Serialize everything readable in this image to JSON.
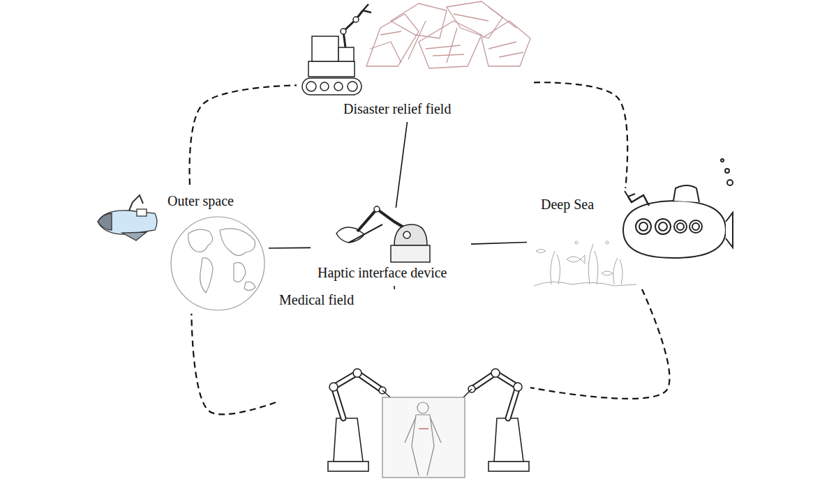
{
  "diagram": {
    "nodes": [
      {
        "text": [
          "Disaster relief field"
        ]
      },
      {
        "text": [
          "Outer space"
        ]
      },
      {
        "text": [
          "Haptic interface device"
        ]
      },
      {
        "text": [
          "Deep Sea"
        ]
      },
      {
        "text": [
          "Medical field"
        ]
      }
    ],
    "edges": [
      {
        "from": 2,
        "to": 0,
        "arrow": "none"
      },
      {
        "from": 2,
        "to": 1,
        "arrow": "none"
      },
      {
        "from": 2,
        "to": 3,
        "arrow": "none"
      },
      {
        "from": 2,
        "to": 4,
        "arrow": "none"
      },
      {
        "from": 0,
        "to": 3,
        "arrow": "none"
      },
      {
        "from": 3,
        "to": 4,
        "arrow": "none"
      },
      {
        "from": 4,
        "to": 1,
        "arrow": "none"
      },
      {
        "from": 1,
        "to": 0,
        "arrow": "none"
      }
    ]
  }
}
